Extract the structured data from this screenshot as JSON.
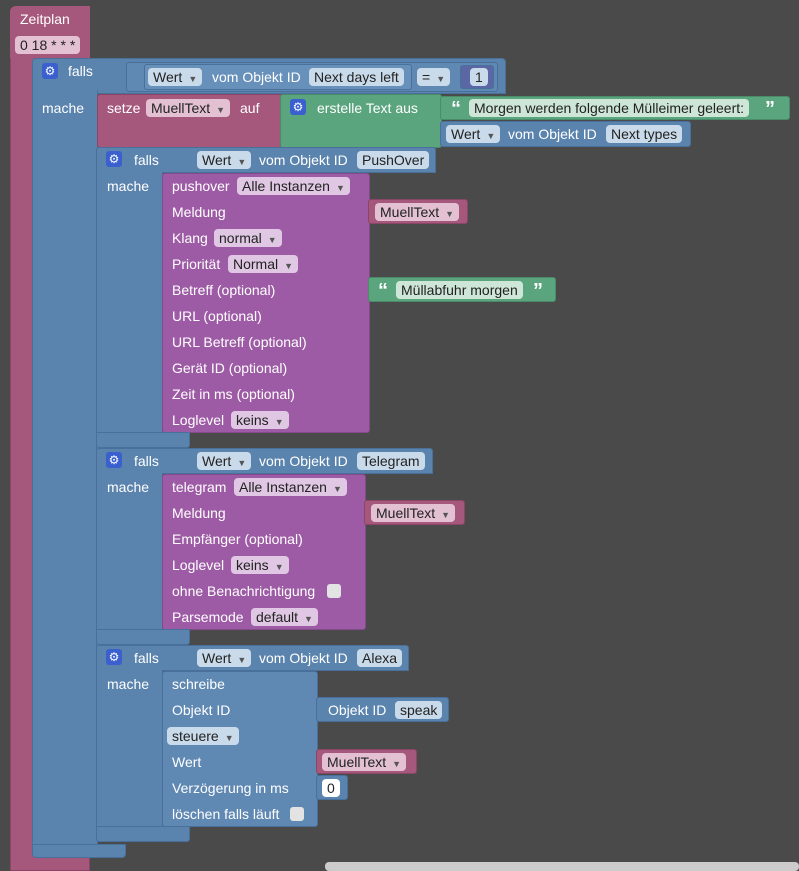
{
  "trigger": {
    "title": "Zeitplan",
    "cron": "0 18 * * *"
  },
  "if1": {
    "falls": "falls",
    "mache": "mache",
    "wert": "Wert",
    "vom_objekt": "vom Objekt ID",
    "object": "Next days left",
    "op": "=",
    "value": "1"
  },
  "setze": {
    "label": "setze",
    "var": "MuellText",
    "auf": "auf",
    "create_text": "erstelle Text aus",
    "text": "Morgen werden folgende Mülleimer geleert:",
    "wert": "Wert",
    "vom_objekt": "vom Objekt ID",
    "object": "Next types"
  },
  "if_push": {
    "falls": "falls",
    "mache": "mache",
    "wert": "Wert",
    "vom_objekt": "vom Objekt ID",
    "object": "PushOver"
  },
  "pushover": {
    "label": "pushover",
    "instances": "Alle Instanzen",
    "meldung": "Meldung",
    "meldung_var": "MuellText",
    "klang": "Klang",
    "klang_val": "normal",
    "prio": "Priorität",
    "prio_val": "Normal",
    "betreff": "Betreff (optional)",
    "betreff_val": "Müllabfuhr morgen",
    "url": "URL (optional)",
    "url_betreff": "URL Betreff (optional)",
    "geraet": "Gerät ID (optional)",
    "zeit": "Zeit in ms (optional)",
    "loglevel": "Loglevel",
    "loglevel_val": "keins"
  },
  "if_tele": {
    "falls": "falls",
    "mache": "mache",
    "wert": "Wert",
    "vom_objekt": "vom Objekt ID",
    "object": "Telegram"
  },
  "telegram": {
    "label": "telegram",
    "instances": "Alle Instanzen",
    "meldung": "Meldung",
    "meldung_var": "MuellText",
    "empf": "Empfänger (optional)",
    "loglevel": "Loglevel",
    "loglevel_val": "keins",
    "ohne": "ohne Benachrichtigung",
    "parse": "Parsemode",
    "parse_val": "default"
  },
  "if_alexa": {
    "falls": "falls",
    "mache": "mache",
    "wert": "Wert",
    "vom_objekt": "vom Objekt ID",
    "object": "Alexa"
  },
  "schreibe": {
    "label": "schreibe",
    "objekt": "Objekt ID",
    "objekt_lbl": "Objekt ID",
    "objekt_val": "speak",
    "steuere": "steuere",
    "wert": "Wert",
    "wert_var": "MuellText",
    "verz": "Verzögerung in ms",
    "verz_val": "0",
    "loeschen": "löschen falls läuft"
  },
  "colors": {
    "event": "#a5577c",
    "logic": "#5a83ad",
    "text": "#5ba57e",
    "message": "#9e5ba5",
    "background": "#4a4a4a"
  }
}
